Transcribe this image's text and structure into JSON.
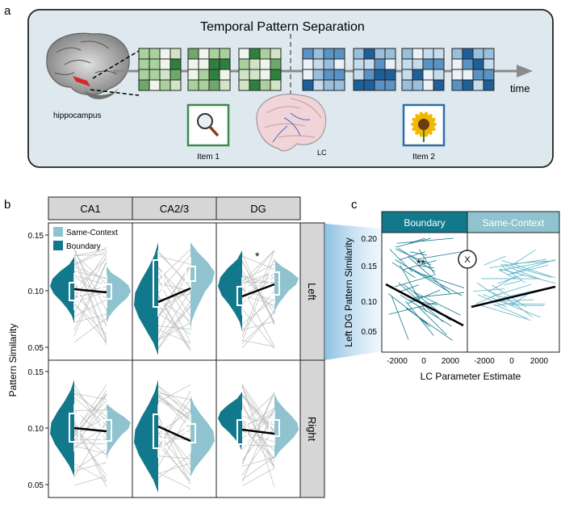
{
  "panel_a": {
    "letter": "a",
    "title": "Temporal Pattern Separation",
    "brain_label": "hippocampus",
    "time_label": "time",
    "item1_label": "Item 1",
    "item2_label": "Item 2",
    "lc_label": "LC",
    "colors": {
      "green": "#3e8a4e",
      "blue": "#2f6fa6",
      "panel_bg": "#dde9ef"
    }
  },
  "panel_b": {
    "letter": "b",
    "columns": [
      "CA1",
      "CA2/3",
      "DG"
    ],
    "rows": [
      "Left",
      "Right"
    ],
    "ylabel": "Pattern Similarity",
    "yticks": [
      "0.15",
      "0.10",
      "0.05"
    ],
    "legend": [
      "Same-Context",
      "Boundary"
    ],
    "significance": "*",
    "colors": {
      "boundary": "#12788c",
      "same_context": "#8fc3cf"
    }
  },
  "panel_c": {
    "letter": "c",
    "facets": [
      "Boundary",
      "Same-Context"
    ],
    "ylabel": "Left DG Pattern Similarity",
    "xlabel": "LC Parameter Estimate",
    "yticks": [
      "0.20",
      "0.15",
      "0.10",
      "0.05"
    ],
    "xticks": [
      "-2000",
      "0",
      "2000"
    ],
    "significance": "**",
    "interaction_symbol": "X"
  }
}
